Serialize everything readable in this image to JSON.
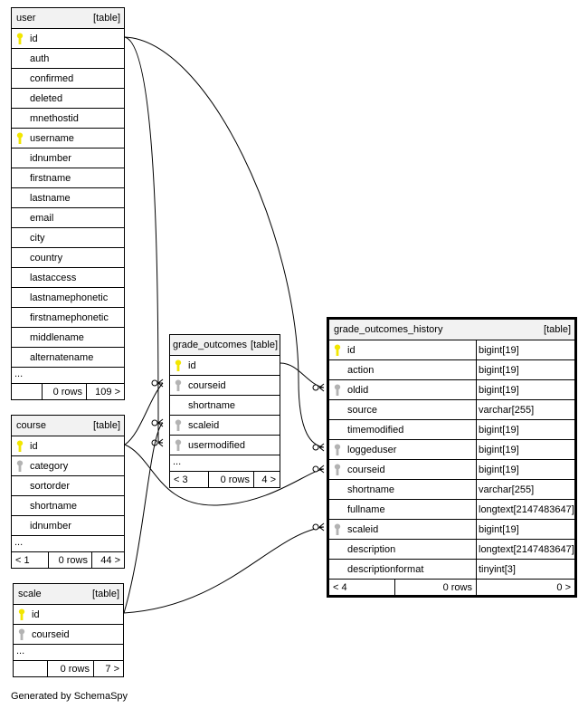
{
  "tables": {
    "user": {
      "name": "user",
      "type": "[table]",
      "columns": [
        {
          "name": "id",
          "key": "primary"
        },
        {
          "name": "auth",
          "key": ""
        },
        {
          "name": "confirmed",
          "key": ""
        },
        {
          "name": "deleted",
          "key": ""
        },
        {
          "name": "mnethostid",
          "key": ""
        },
        {
          "name": "username",
          "key": "primary"
        },
        {
          "name": "idnumber",
          "key": ""
        },
        {
          "name": "firstname",
          "key": ""
        },
        {
          "name": "lastname",
          "key": ""
        },
        {
          "name": "email",
          "key": ""
        },
        {
          "name": "city",
          "key": ""
        },
        {
          "name": "country",
          "key": ""
        },
        {
          "name": "lastaccess",
          "key": ""
        },
        {
          "name": "lastnamephonetic",
          "key": ""
        },
        {
          "name": "firstnamephonetic",
          "key": ""
        },
        {
          "name": "middlename",
          "key": ""
        },
        {
          "name": "alternatename",
          "key": ""
        }
      ],
      "ellipsis": "...",
      "footer": {
        "left": "",
        "rows": "0 rows",
        "right": "109 >"
      }
    },
    "course": {
      "name": "course",
      "type": "[table]",
      "columns": [
        {
          "name": "id",
          "key": "primary"
        },
        {
          "name": "category",
          "key": "foreign"
        },
        {
          "name": "sortorder",
          "key": ""
        },
        {
          "name": "shortname",
          "key": ""
        },
        {
          "name": "idnumber",
          "key": ""
        }
      ],
      "ellipsis": "...",
      "footer": {
        "left": "< 1",
        "rows": "0 rows",
        "right": "44 >"
      }
    },
    "scale": {
      "name": "scale",
      "type": "[table]",
      "columns": [
        {
          "name": "id",
          "key": "primary"
        },
        {
          "name": "courseid",
          "key": "foreign"
        }
      ],
      "ellipsis": "...",
      "footer": {
        "left": "",
        "rows": "0 rows",
        "right": "7 >"
      }
    },
    "grade_outcomes": {
      "name": "grade_outcomes",
      "type": "[table]",
      "columns": [
        {
          "name": "id",
          "key": "primary"
        },
        {
          "name": "courseid",
          "key": "foreign"
        },
        {
          "name": "shortname",
          "key": ""
        },
        {
          "name": "scaleid",
          "key": "foreign"
        },
        {
          "name": "usermodified",
          "key": "foreign"
        }
      ],
      "ellipsis": "...",
      "footer": {
        "left": "< 3",
        "rows": "0 rows",
        "right": "4 >"
      }
    },
    "grade_outcomes_history": {
      "name": "grade_outcomes_history",
      "type": "[table]",
      "columns": [
        {
          "name": "id",
          "type": "bigint[19]",
          "key": "primary"
        },
        {
          "name": "action",
          "type": "bigint[19]",
          "key": ""
        },
        {
          "name": "oldid",
          "type": "bigint[19]",
          "key": "foreign"
        },
        {
          "name": "source",
          "type": "varchar[255]",
          "key": ""
        },
        {
          "name": "timemodified",
          "type": "bigint[19]",
          "key": ""
        },
        {
          "name": "loggeduser",
          "type": "bigint[19]",
          "key": "foreign"
        },
        {
          "name": "courseid",
          "type": "bigint[19]",
          "key": "foreign"
        },
        {
          "name": "shortname",
          "type": "varchar[255]",
          "key": ""
        },
        {
          "name": "fullname",
          "type": "longtext[2147483647]",
          "key": ""
        },
        {
          "name": "scaleid",
          "type": "bigint[19]",
          "key": "foreign"
        },
        {
          "name": "description",
          "type": "longtext[2147483647]",
          "key": ""
        },
        {
          "name": "descriptionformat",
          "type": "tinyint[3]",
          "key": ""
        }
      ],
      "footer": {
        "left": "< 4",
        "rows": "0 rows",
        "right": "0 >"
      }
    }
  },
  "colors": {
    "primary_key": "#f2e600",
    "foreign_key": "#b3b3b3",
    "header_bg": "#f2f2f2"
  },
  "footer_text": "Generated by SchemaSpy"
}
